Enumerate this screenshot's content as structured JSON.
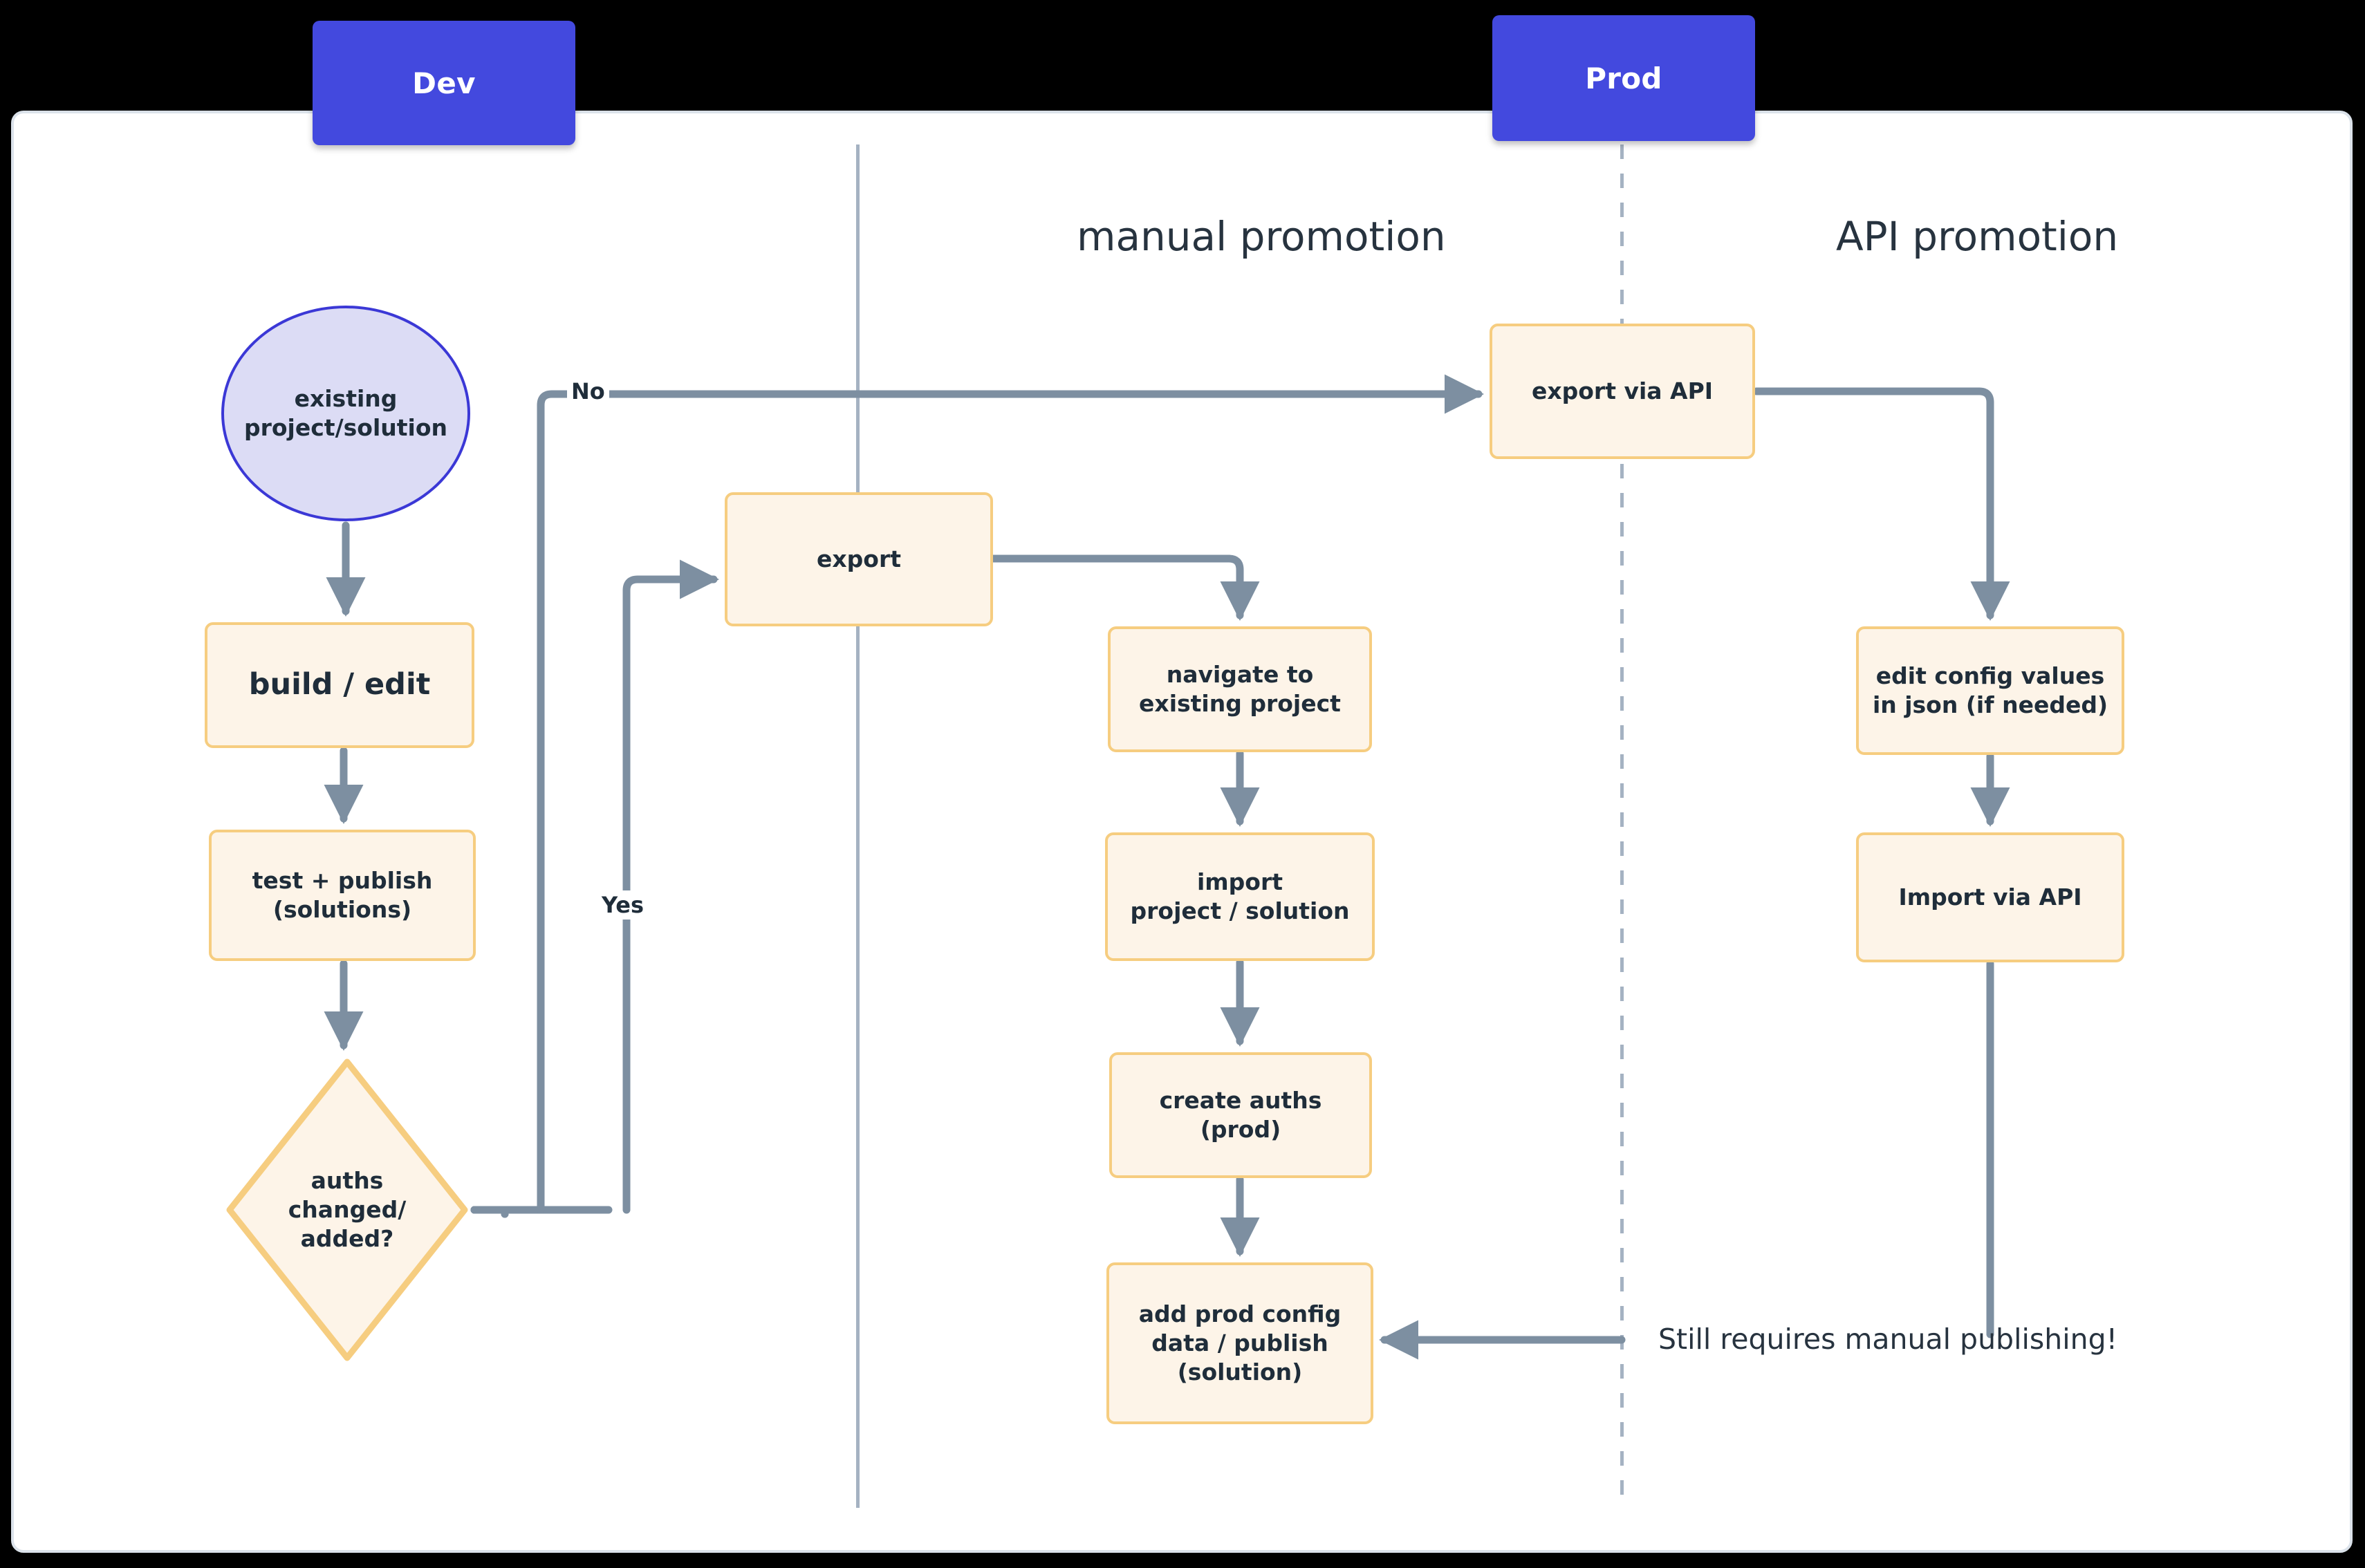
{
  "diagram": {
    "title_dev": "Dev",
    "title_prod": "Prod",
    "section_manual": "manual promotion",
    "section_api": "API promotion",
    "colors": {
      "lane_header": "#4349de",
      "node_fill": "#fdf4e8",
      "node_border": "#f6cd80",
      "start_fill": "#dcdcf5",
      "start_border": "#3b38d6",
      "edge": "#7d8fa1",
      "divider": "#a5b2c2",
      "text": "#1f2d3a",
      "frame_border": "#dbe2ea"
    },
    "nodes": {
      "existing": "existing\nproject/solution",
      "existing_l1": "existing",
      "existing_l2": "project/solution",
      "build": "build / edit",
      "test_publish_l1": "test + publish",
      "test_publish_l2": "(solutions)",
      "auths_l1": "auths",
      "auths_l2": "changed/",
      "auths_l3": "added?",
      "export": "export",
      "navigate_l1": "navigate to",
      "navigate_l2": "existing project",
      "import_l1": "import",
      "import_l2": "project / solution",
      "create_auths_l1": "create auths",
      "create_auths_l2": "(prod)",
      "add_prod_l1": "add prod config",
      "add_prod_l2": "data / publish",
      "add_prod_l3": "(solution)",
      "export_api": "export via API",
      "edit_config_l1": "edit config values",
      "edit_config_l2": "in json (if needed)",
      "import_api": "Import via API"
    },
    "edge_labels": {
      "no": "No",
      "yes": "Yes"
    },
    "annotations": {
      "manual_publishing": "Still requires manual publishing!"
    }
  }
}
